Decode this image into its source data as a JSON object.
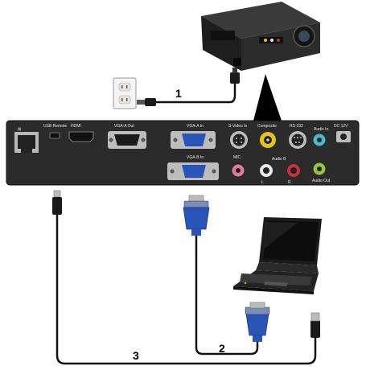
{
  "panel": {
    "labels": {
      "usb_remote": "USB Remote",
      "hdmi": "HDMI",
      "vga_a_out": "VGA-A Out",
      "vga_a_in": "VGA-A In",
      "vga_b_in": "VGA-B In",
      "s_video_in": "S-Video In",
      "composite": "Composite",
      "rs232": "RS-232",
      "audio_in": "Audio In",
      "dc_12v": "DC 12V",
      "mic": "MIC",
      "audio_b": "Audio B",
      "audio_l": "L",
      "audio_r": "R",
      "audio_out": "Audio Out"
    }
  },
  "callouts": {
    "power": "1",
    "vga": "2",
    "usb": "3"
  },
  "colors": {
    "panel": "#2b2b2b",
    "vga_blue": "#2a55b8",
    "composite_yellow": "#e8c21a",
    "audio_red": "#c8303a",
    "audio_white": "#e8e8e8",
    "audio_in_cyan": "#4ab9c9",
    "audio_out_green": "#9bc23c",
    "mic_pink": "#e07a9a",
    "cable": "#111111"
  }
}
